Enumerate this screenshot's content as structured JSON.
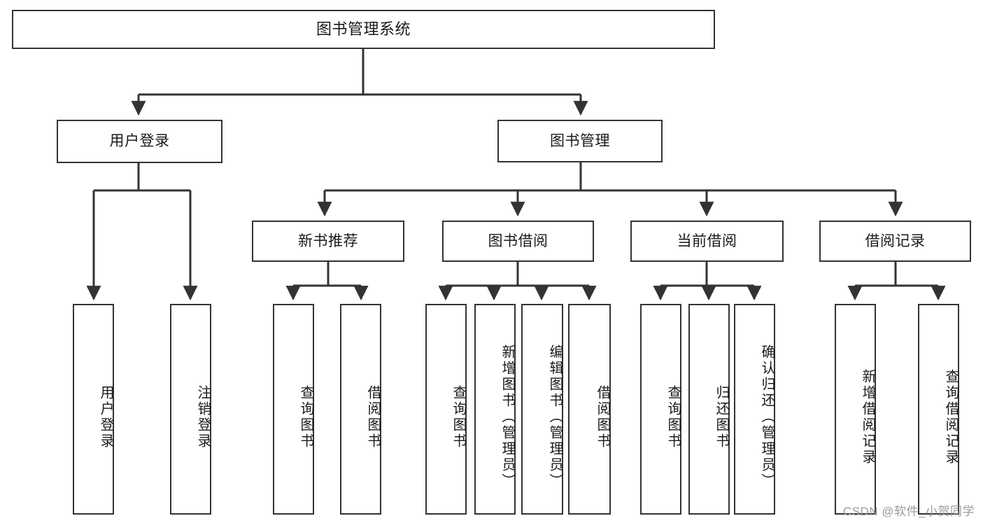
{
  "diagram": {
    "type": "tree",
    "title": "图书管理系统",
    "watermark": "CSDN @软件_小贺同学",
    "colors": {
      "box_border": "#333333",
      "box_fill": "#ffffff",
      "connector": "#333333",
      "text": "#1a1a1a",
      "watermark": "#9a9a9a"
    },
    "nodes": {
      "root": {
        "label": "图书管理系统"
      },
      "level1": [
        {
          "id": "user-login",
          "label": "用户登录"
        },
        {
          "id": "book-manage",
          "label": "图书管理"
        }
      ],
      "level2": [
        {
          "id": "new-book-recommend",
          "label": "新书推荐"
        },
        {
          "id": "book-borrow",
          "label": "图书借阅"
        },
        {
          "id": "current-borrow",
          "label": "当前借阅"
        },
        {
          "id": "borrow-record",
          "label": "借阅记录"
        }
      ],
      "leaves": {
        "user-login": [
          {
            "id": "leaf-user-login",
            "label": "用户登录"
          },
          {
            "id": "leaf-logout-login",
            "label": "注销登录"
          }
        ],
        "new-book-recommend": [
          {
            "id": "leaf-query-book-1",
            "label": "查询图书"
          },
          {
            "id": "leaf-borrow-book-1",
            "label": "借阅图书"
          }
        ],
        "book-borrow": [
          {
            "id": "leaf-query-book-2",
            "label": "查询图书"
          },
          {
            "id": "leaf-add-book-admin",
            "label": "新增图书（管理员）"
          },
          {
            "id": "leaf-edit-book-admin",
            "label": "编辑图书（管理员）"
          },
          {
            "id": "leaf-borrow-book-2",
            "label": "借阅图书"
          }
        ],
        "current-borrow": [
          {
            "id": "leaf-query-book-3",
            "label": "查询图书"
          },
          {
            "id": "leaf-return-book",
            "label": "归还图书"
          },
          {
            "id": "leaf-confirm-return-admin",
            "label": "确认归还（管理员）"
          }
        ],
        "borrow-record": [
          {
            "id": "leaf-add-borrow-record",
            "label": "新增借阅记录"
          },
          {
            "id": "leaf-query-borrow-record",
            "label": "查询借阅记录"
          }
        ]
      }
    }
  }
}
